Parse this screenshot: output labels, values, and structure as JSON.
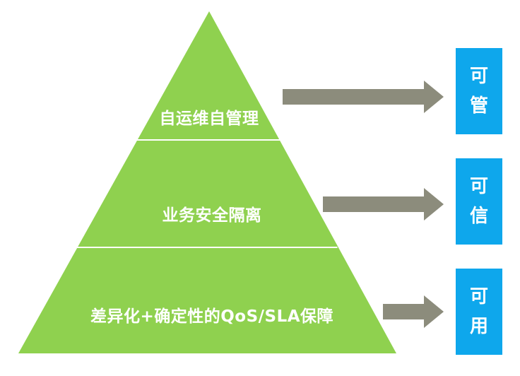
{
  "pyramid": {
    "fill": "#8fd14f",
    "divider": "#ffffff",
    "tiers": [
      {
        "label": "自运维自管理"
      },
      {
        "label": "业务安全隔离"
      },
      {
        "label": "差异化+确定性的QoS/SLA保障"
      }
    ]
  },
  "arrows": {
    "color": "#8c8c7c"
  },
  "badges": {
    "color": "#0ea7ec",
    "manageable": {
      "char1": "可",
      "char2": "管"
    },
    "trusted": {
      "char1": "可",
      "char2": "信"
    },
    "usable": {
      "char1": "可",
      "char2": "用"
    }
  }
}
